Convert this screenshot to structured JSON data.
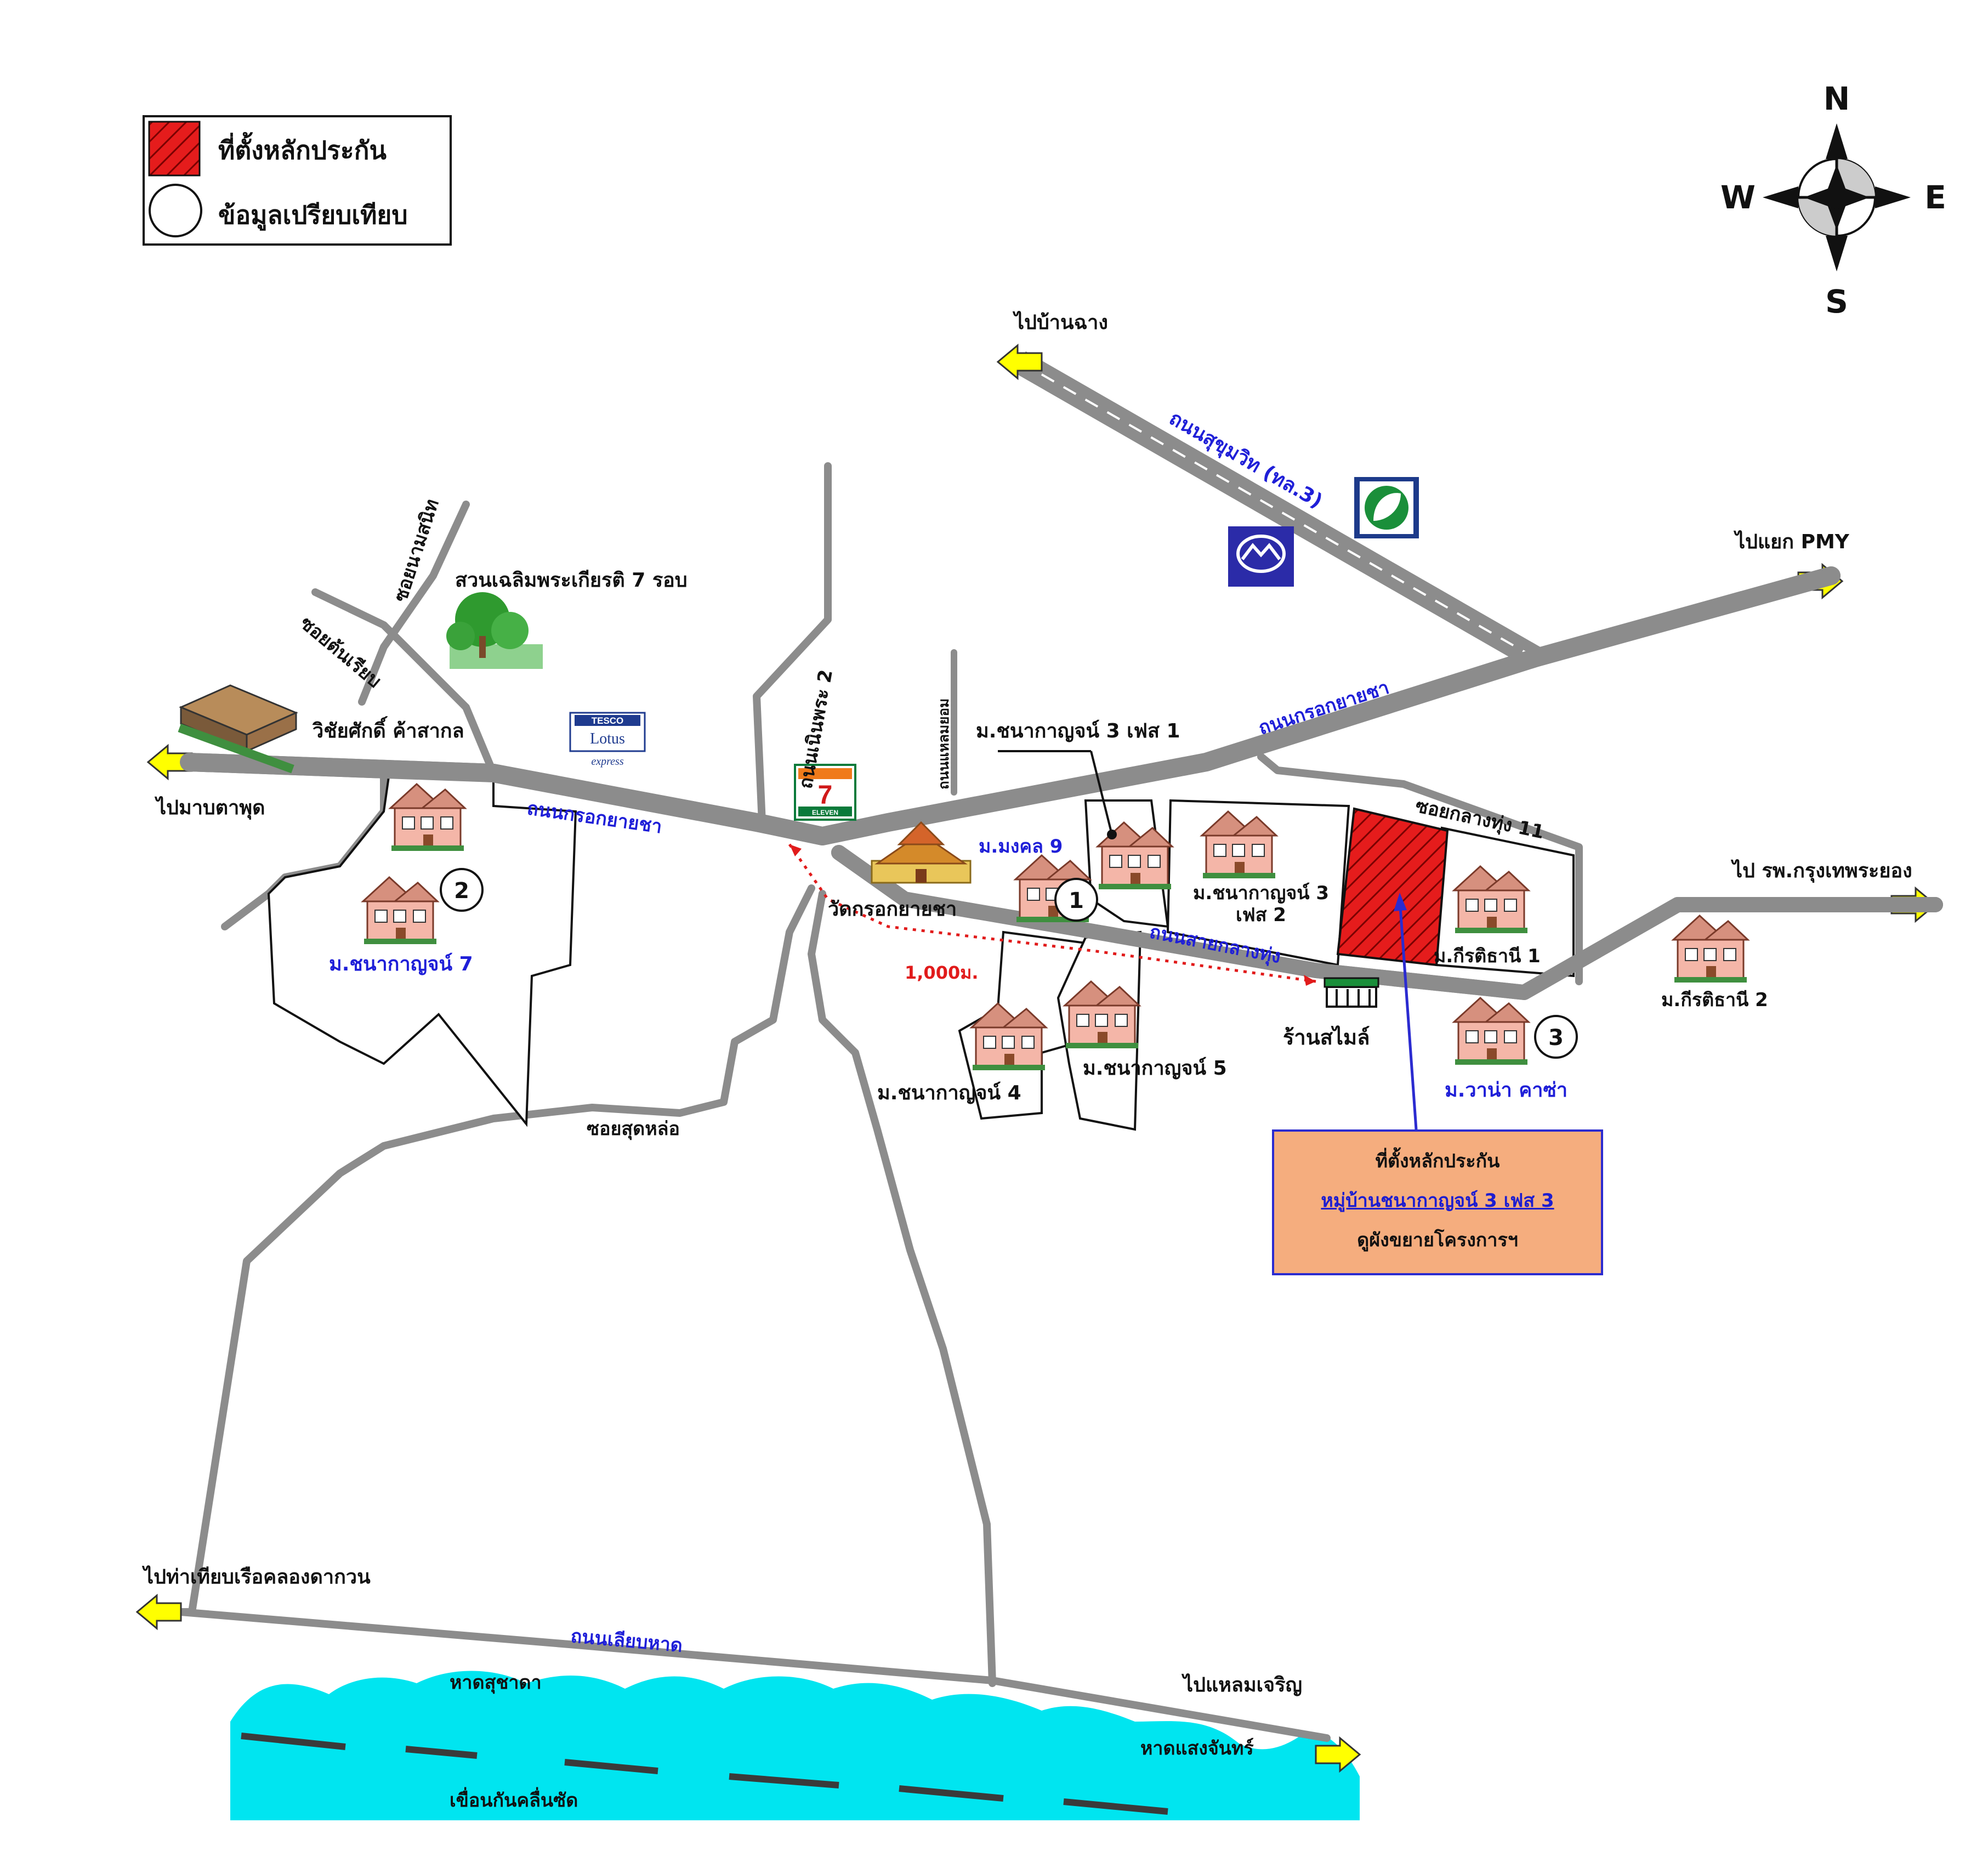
{
  "legend": {
    "collateral": "ที่ตั้งหลักประกัน",
    "comparison": "ข้อมูลเปรียบเทียบ"
  },
  "compass": {
    "n": "N",
    "s": "S",
    "e": "E",
    "w": "W"
  },
  "directions": {
    "ban_chang": "ไปบ้านฉาง",
    "pmy": "ไปแยก PMY",
    "map_ta_phut": "ไปมาบตาพุด",
    "hospital": "ไป รพ.กรุงเทพระยอง",
    "pier": "ไปท่าเทียบเรือคลองดากวน",
    "laem_charoen": "ไปแหลมเจริญ"
  },
  "roads": {
    "sukhumvit": "ถนนสุขุมวิท (ทล.3)",
    "krok_yai_cha_east": "ถนนกรอกยายชา",
    "krok_yai_cha_west": "ถนนกรอกยายชา",
    "noen_phra_2": "ถนนเนินพระ 2",
    "laem_yom": "ถนนแหลมยอม",
    "sai_klang_thung": "ถนนสายกลางทุ่ง",
    "klang_thung_11": "ซอยกลางทุ่ง 11",
    "soi_nam_sanit": "ซอยนามสนิท",
    "soi_ton_rian": "ซอยต้นเรียบ",
    "soi_sut_lo": "ซอยสุดหล่อ",
    "liap_hat": "ถนนเลียบหาด"
  },
  "places": {
    "park": "สวนเฉลิมพระเกียรติ 7 รอบ",
    "wichai": "วิชัยศักดิ์ ค้าสากล",
    "tesco_brand": "TESCO",
    "tesco_name": "Lotus",
    "tesco_sub": "express",
    "seven": "7",
    "seven_sub": "ELEVEN",
    "wat": "วัดกรอกยายชา",
    "smile_shop": "ร้านสไมล์",
    "beach_suchada": "หาดสุชาดา",
    "beach_saeng_chan": "หาดแสงจันทร์",
    "breakwater": "เขื่อนกันคลื่นซัด"
  },
  "projects": {
    "chanakan3_p1": "ม.ชนากาญจน์ 3 เฟส 1",
    "mongkol9": "ม.มงคล 9",
    "chanakan3_p2_line1": "ม.ชนากาญจน์ 3",
    "chanakan3_p2_line2": "เฟส 2",
    "kritsadathani1": "ม.กีรติธานี 1",
    "kritsadathani2": "ม.กีรติธานี 2",
    "chanakan7": "ม.ชนากาญจน์ 7",
    "chanakan4": "ม.ชนากาญจน์ 4",
    "chanakan5": "ม.ชนากาญจน์ 5",
    "wana_casa": "ม.วาน่า คาซ่า"
  },
  "markers": {
    "m1": "1",
    "m2": "2",
    "m3": "3"
  },
  "distance": "1,000ม.",
  "callout": {
    "line1": "ที่ตั้งหลักประกัน",
    "line2": "หมู่บ้านชนากาญจน์ 3 เฟส 3",
    "line3": "ดูผังขยายโครงการฯ"
  },
  "colors": {
    "road": "#8c8c8c",
    "collateral": "#e51c1c",
    "sea": "#00e5f0",
    "label_blue": "#1f1fd8",
    "callout_bg": "#f5ad7e"
  }
}
